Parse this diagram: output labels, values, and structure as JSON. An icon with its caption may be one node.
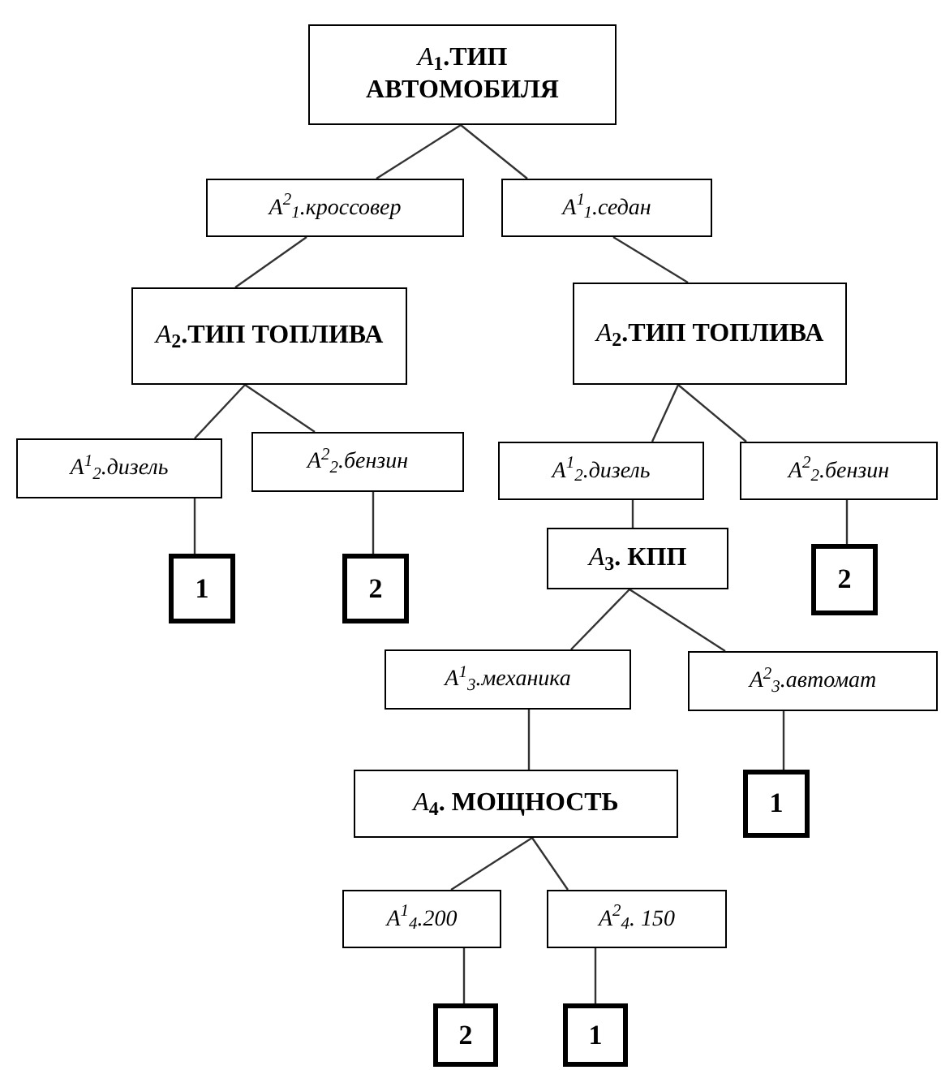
{
  "diagram": {
    "nodes": [
      {
        "text": [
          "*A*$_{1}$.ТИП АВТОМОБИЛЯ"
        ]
      },
      {
        "text": [
          "A$^{2}$$_{1}$.кроссовер"
        ]
      },
      {
        "text": [
          "A$^{1}$$_{1}$.седан"
        ]
      },
      {
        "text": [
          "*A*$_{2}$.ТИП ТОПЛИВА"
        ]
      },
      {
        "text": [
          "*A*$_{2}$.ТИП ТОПЛИВА"
        ]
      },
      {
        "text": [
          "A$^{1}$$_{2}$.дизель"
        ]
      },
      {
        "text": [
          "A$^{2}$$_{2}$.бензин"
        ]
      },
      {
        "text": [
          "A$^{1}$$_{2}$.дизель"
        ]
      },
      {
        "text": [
          "A$^{2}$$_{2}$.бензин"
        ]
      },
      {
        "text": [
          "1"
        ]
      },
      {
        "text": [
          "2"
        ]
      },
      {
        "text": [
          "*A*$_{3}$. КПП"
        ]
      },
      {
        "text": [
          "2"
        ]
      },
      {
        "text": [
          "A$^{1}$$_{3}$.механика"
        ]
      },
      {
        "text": [
          "A$^{2}$$_{3}$.автомат"
        ]
      },
      {
        "text": [
          "*A*$_{4}$. МОЩНОСТЬ"
        ]
      },
      {
        "text": [
          "1"
        ]
      },
      {
        "text": [
          "A$^{1}$$_{4}$.200"
        ]
      },
      {
        "text": [
          "A$^{2}$$_{4}$. 150"
        ]
      },
      {
        "text": [
          "2"
        ]
      },
      {
        "text": [
          "1"
        ]
      }
    ],
    "edges": [
      {
        "from": 0,
        "to": 1,
        "arrow": "none"
      },
      {
        "from": 0,
        "to": 2,
        "arrow": "none"
      },
      {
        "from": 1,
        "to": 3,
        "arrow": "none"
      },
      {
        "from": 2,
        "to": 4,
        "arrow": "none"
      },
      {
        "from": 3,
        "to": 5,
        "arrow": "none"
      },
      {
        "from": 3,
        "to": 6,
        "arrow": "none"
      },
      {
        "from": 4,
        "to": 7,
        "arrow": "none"
      },
      {
        "from": 4,
        "to": 8,
        "arrow": "none"
      },
      {
        "from": 5,
        "to": 9,
        "arrow": "none"
      },
      {
        "from": 6,
        "to": 10,
        "arrow": "none"
      },
      {
        "from": 7,
        "to": 11,
        "arrow": "none"
      },
      {
        "from": 8,
        "to": 12,
        "arrow": "none"
      },
      {
        "from": 11,
        "to": 13,
        "arrow": "none"
      },
      {
        "from": 11,
        "to": 14,
        "arrow": "none"
      },
      {
        "from": 13,
        "to": 15,
        "arrow": "none"
      },
      {
        "from": 14,
        "to": 16,
        "arrow": "none"
      },
      {
        "from": 15,
        "to": 17,
        "arrow": "none"
      },
      {
        "from": 15,
        "to": 18,
        "arrow": "none"
      },
      {
        "from": 17,
        "to": 19,
        "arrow": "none"
      },
      {
        "from": 18,
        "to": 20,
        "arrow": "none"
      }
    ]
  }
}
